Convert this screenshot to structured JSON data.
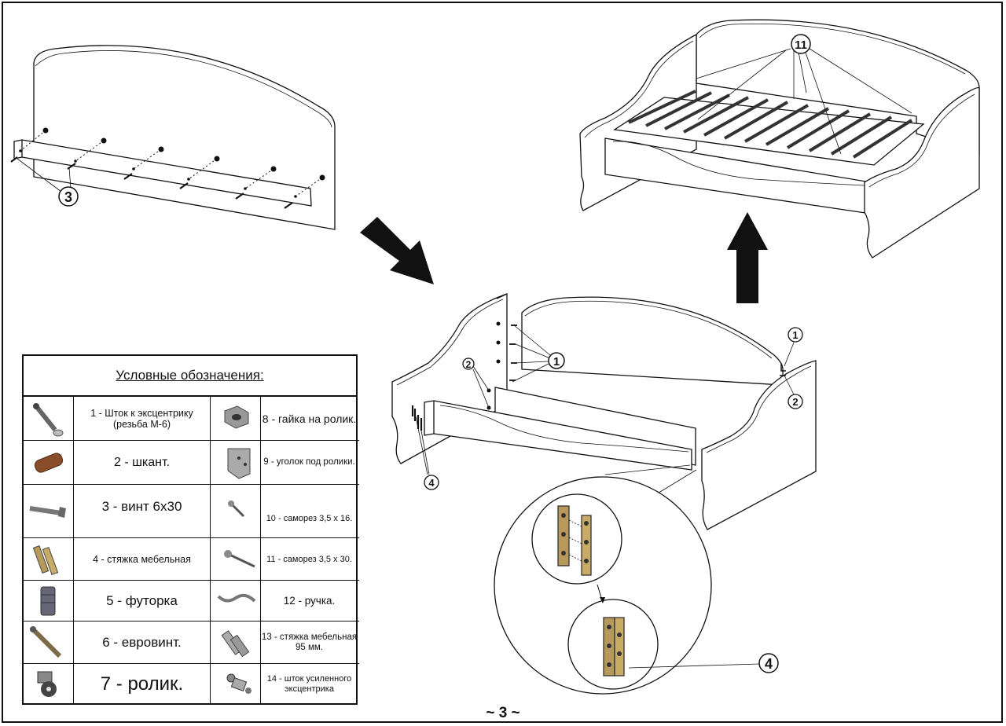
{
  "legend": {
    "title": "Условные обозначения:",
    "items": [
      {
        "icon": "eccentric-rod-icon",
        "label": "1 - Шток к эксцентрику (резьба М-6)"
      },
      {
        "icon": "nut-icon",
        "label": "8 - гайка на ролик."
      },
      {
        "icon": "dowel-icon",
        "label": "2 - шкант."
      },
      {
        "icon": "corner-bracket-icon",
        "label": "9 - уголок под ролики."
      },
      {
        "icon": "screw-icon",
        "label": "3 - винт 6х30"
      },
      {
        "icon": "self-tapping-screw-icon",
        "label": "10 - саморез 3,5 х 16."
      },
      {
        "icon": "furniture-coupler-icon",
        "label": "4 - стяжка мебельная"
      },
      {
        "icon": "long-self-tapping-screw-icon",
        "label": "11 - саморез 3,5 х 30."
      },
      {
        "icon": "insert-nut-icon",
        "label": "5 - футорка"
      },
      {
        "icon": "handle-icon",
        "label": "12 - ручка."
      },
      {
        "icon": "euro-screw-icon",
        "label": "6 - евровинт."
      },
      {
        "icon": "coupler-95-icon",
        "label": "13 - стяжка мебельная 95 мм."
      },
      {
        "icon": "caster-icon",
        "label": "7 - ролик."
      },
      {
        "icon": "reinforced-eccentric-rod-icon",
        "label": "14 - шток усиленного эксцентрика"
      }
    ]
  },
  "callouts": {
    "c1": "1",
    "c2": "2",
    "c3": "3",
    "c4": "4",
    "c11": "11"
  },
  "footer": {
    "page": "~ 3 ~"
  }
}
